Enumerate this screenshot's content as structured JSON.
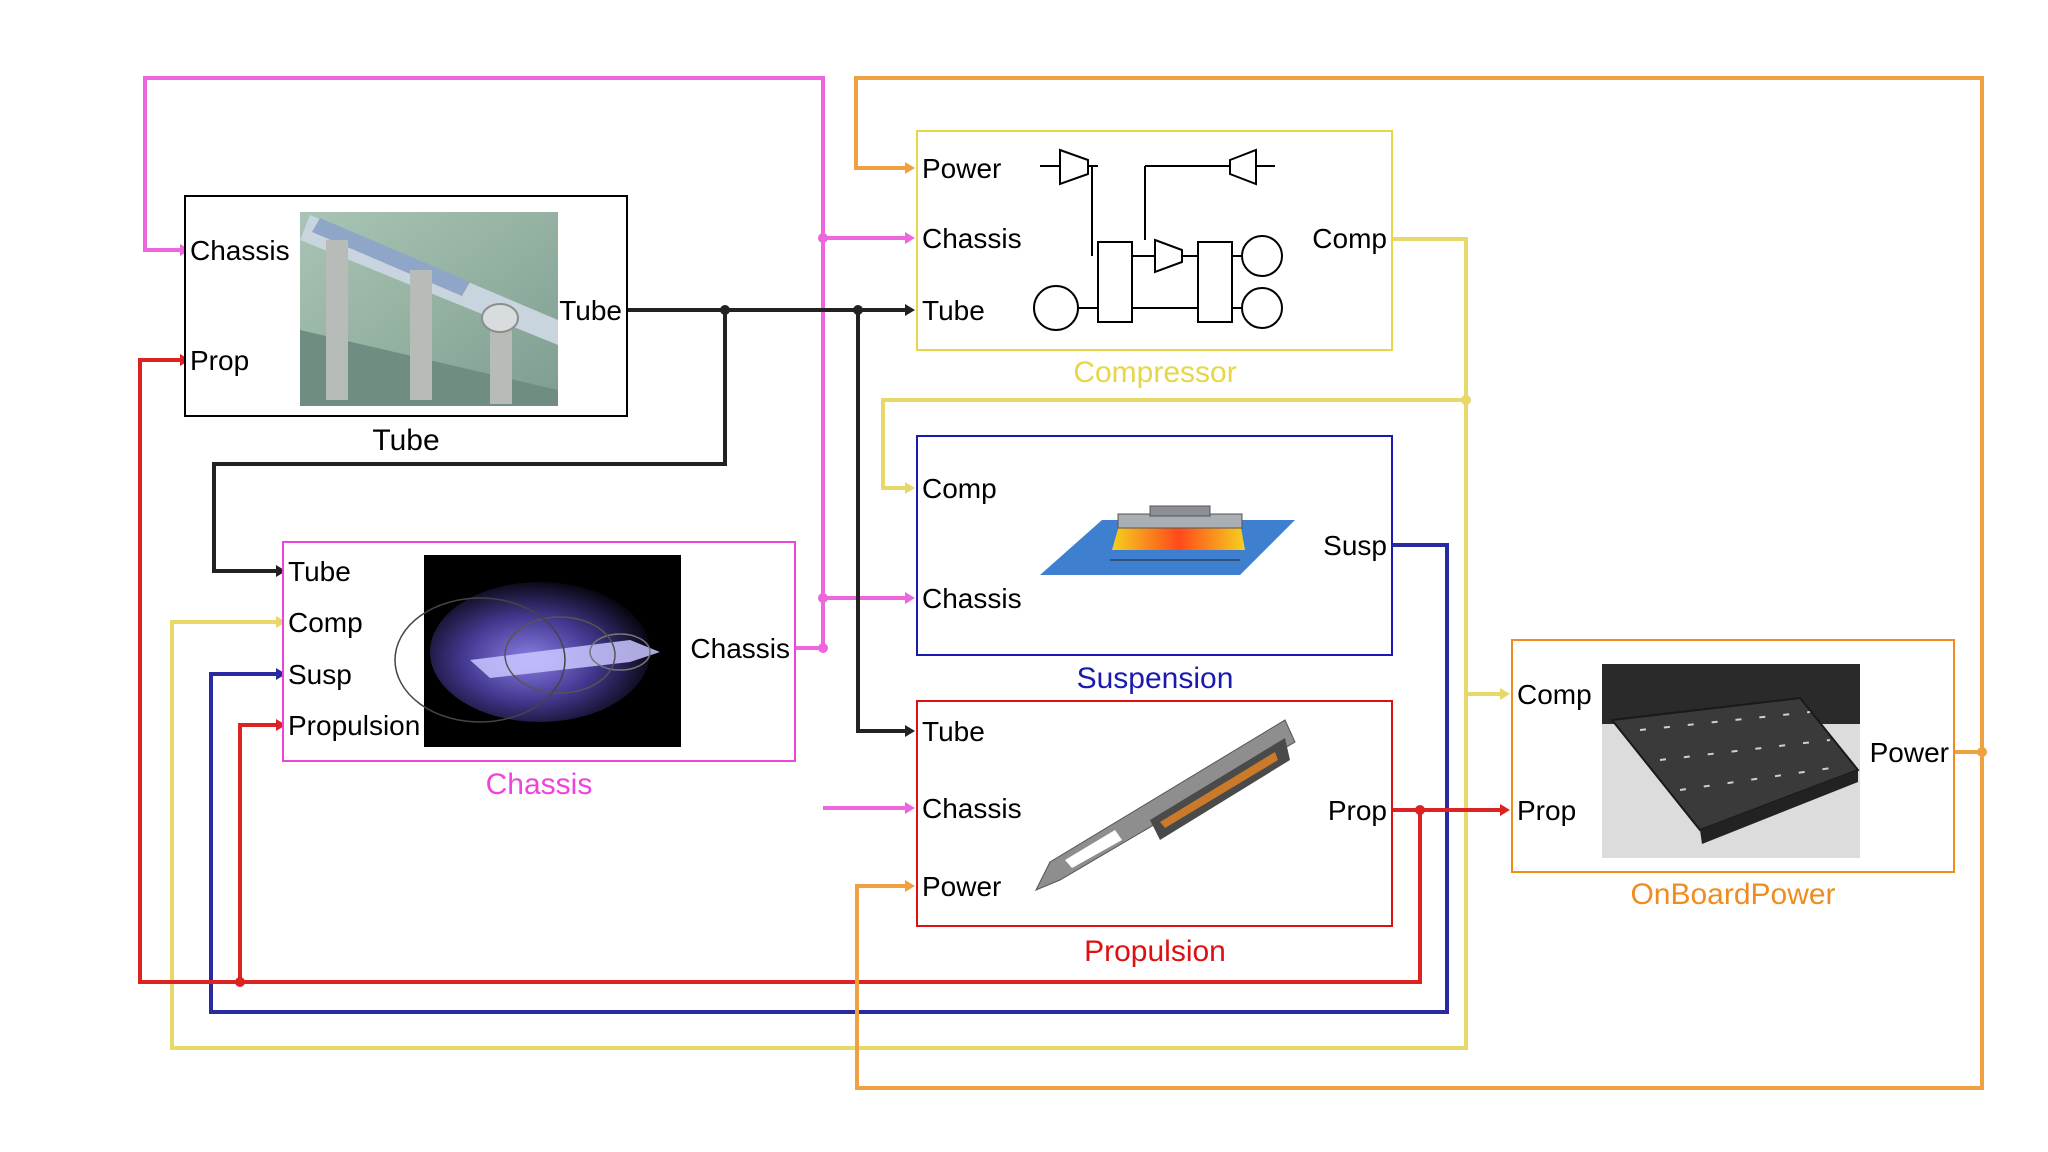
{
  "blocks": {
    "tube": {
      "name": "Tube",
      "color": "#000000",
      "ports": {
        "chassis": "Chassis",
        "prop": "Prop",
        "tube": "Tube"
      }
    },
    "compressor": {
      "name": "Compressor",
      "color": "#e6d74a",
      "ports": {
        "power": "Power",
        "chassis": "Chassis",
        "tube": "Tube",
        "comp": "Comp"
      }
    },
    "suspension": {
      "name": "Suspension",
      "color": "#1a1ab0",
      "ports": {
        "comp": "Comp",
        "chassis": "Chassis",
        "susp": "Susp"
      }
    },
    "chassis": {
      "name": "Chassis",
      "color": "#ee44dd",
      "ports": {
        "tube": "Tube",
        "comp": "Comp",
        "susp": "Susp",
        "propulsion": "Propulsion",
        "chassis": "Chassis"
      }
    },
    "propulsion": {
      "name": "Propulsion",
      "color": "#dd1111",
      "ports": {
        "tube": "Tube",
        "chassis": "Chassis",
        "power": "Power",
        "prop": "Prop"
      }
    },
    "onboardpower": {
      "name": "OnBoardPower",
      "color": "#f08c1e",
      "ports": {
        "comp": "Comp",
        "prop": "Prop",
        "power": "Power"
      }
    }
  },
  "connection_colors": {
    "chassis": "#ee66dd",
    "tube": "#222222",
    "comp": "#e8d86a",
    "susp": "#2a2aa0",
    "prop": "#dd2222",
    "power": "#f0a040"
  }
}
